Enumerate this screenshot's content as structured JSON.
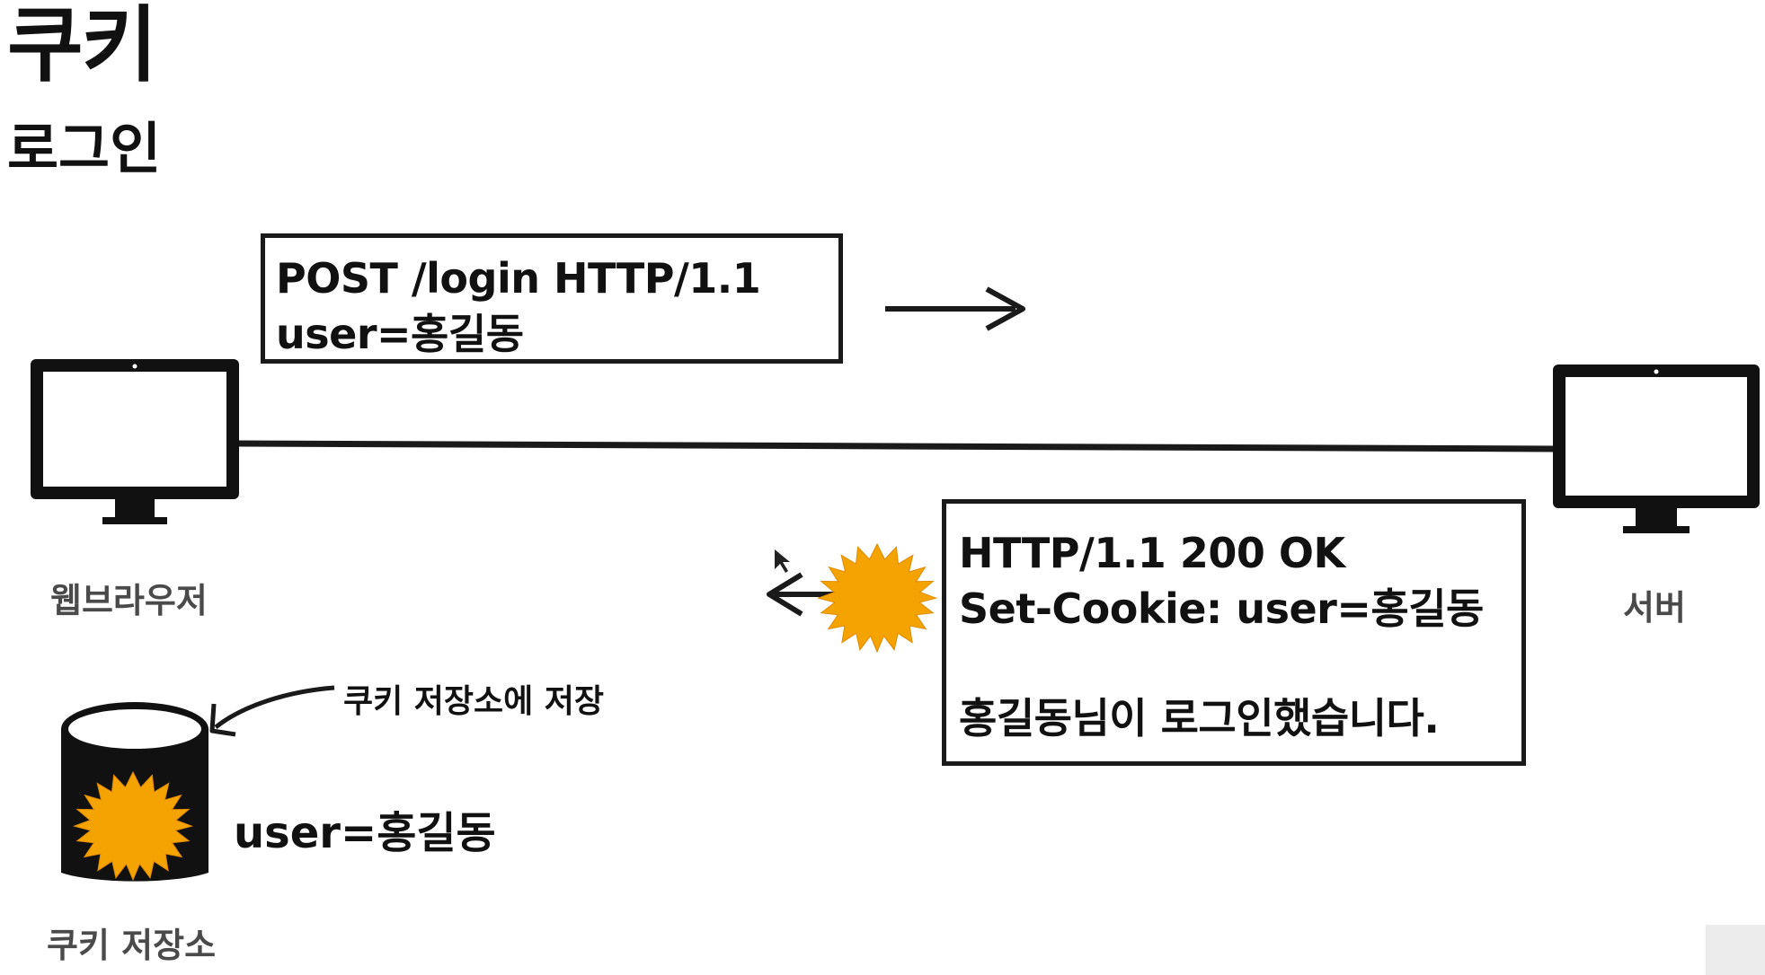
{
  "header": {
    "title": "쿠키",
    "subtitle": "로그인"
  },
  "request": {
    "line1": "POST /login HTTP/1.1",
    "line2": "user=홍길동"
  },
  "response": {
    "line1": "HTTP/1.1 200 OK",
    "line2": "Set-Cookie: user=홍길동",
    "line3": "홍길동님이 로그인했습니다."
  },
  "labels": {
    "browser": "웹브라우저",
    "server": "서버",
    "cookie_store": "쿠키 저장소",
    "store_note": "쿠키 저장소에 저장",
    "store_value": "user=홍길동"
  },
  "icons": {
    "browser": "monitor-icon",
    "server": "monitor-icon",
    "cookie": "starburst-icon",
    "storage": "database-cylinder-icon"
  },
  "colors": {
    "cookie": "#f5a300",
    "ink": "#111111"
  }
}
